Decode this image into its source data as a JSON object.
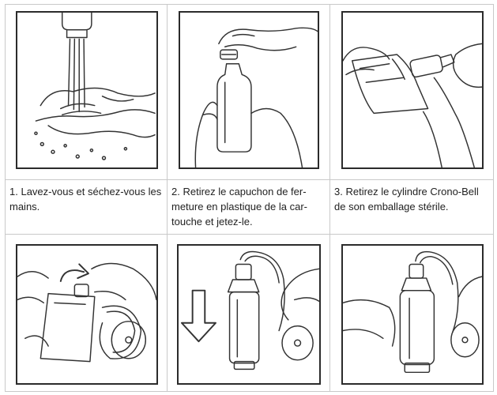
{
  "steps": [
    {
      "number": "1.",
      "text": "Lavez-vous et séchez-vous les mains."
    },
    {
      "number": "2.",
      "text": "Retirez le capuchon de fer-meture en plastique de la car-touche et jetez-le."
    },
    {
      "number": "3.",
      "text": "Retirez le cylindre Crono-Bell de son emballage stérile."
    }
  ],
  "illustrations": [
    "hands-washing-illustration",
    "cap-removal-illustration",
    "sterile-package-illustration",
    "cylinder-insertion-illustration",
    "cartridge-push-illustration",
    "assembled-device-illustration"
  ]
}
